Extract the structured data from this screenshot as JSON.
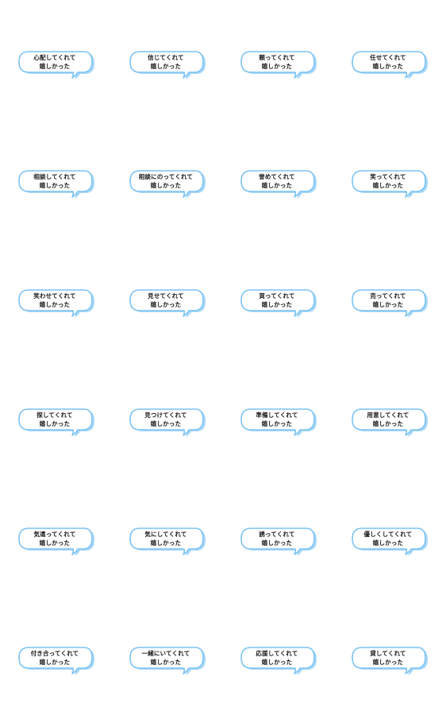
{
  "stickers": [
    {
      "line1": "心配してくれて",
      "line2": "嬉しかった"
    },
    {
      "line1": "信じてくれて",
      "line2": "嬉しかった"
    },
    {
      "line1": "頼ってくれて",
      "line2": "嬉しかった"
    },
    {
      "line1": "任せてくれて",
      "line2": "嬉しかった"
    },
    {
      "line1": "相談してくれて",
      "line2": "嬉しかった"
    },
    {
      "line1": "相談にのってくれて",
      "line2": "嬉しかった"
    },
    {
      "line1": "誉めてくれて",
      "line2": "嬉しかった"
    },
    {
      "line1": "笑ってくれて",
      "line2": "嬉しかった"
    },
    {
      "line1": "笑わせてくれて",
      "line2": "嬉しかった"
    },
    {
      "line1": "見せてくれて",
      "line2": "嬉しかった"
    },
    {
      "line1": "買ってくれて",
      "line2": "嬉しかった"
    },
    {
      "line1": "売ってくれて",
      "line2": "嬉しかった"
    },
    {
      "line1": "探してくれて",
      "line2": "嬉しかった"
    },
    {
      "line1": "見つけてくれて",
      "line2": "嬉しかった"
    },
    {
      "line1": "準備してくれて",
      "line2": "嬉しかった"
    },
    {
      "line1": "用意してくれて",
      "line2": "嬉しかった"
    },
    {
      "line1": "気遣ってくれて",
      "line2": "嬉しかった"
    },
    {
      "line1": "気にしてくれて",
      "line2": "嬉しかった"
    },
    {
      "line1": "誘ってくれて",
      "line2": "嬉しかった"
    },
    {
      "line1": "優しくしてくれて",
      "line2": "嬉しかった"
    },
    {
      "line1": "付き合ってくれて",
      "line2": "嬉しかった"
    },
    {
      "line1": "一緒にいてくれて",
      "line2": "嬉しかった"
    },
    {
      "line1": "応援してくれて",
      "line2": "嬉しかった"
    },
    {
      "line1": "貸してくれて",
      "line2": "嬉しかった"
    }
  ],
  "colors": {
    "bubble_fill": "#ffffff",
    "bubble_outline": "#7cc3f3",
    "bubble_shadow": "#a9d8f8",
    "text": "#1a1a1a"
  }
}
